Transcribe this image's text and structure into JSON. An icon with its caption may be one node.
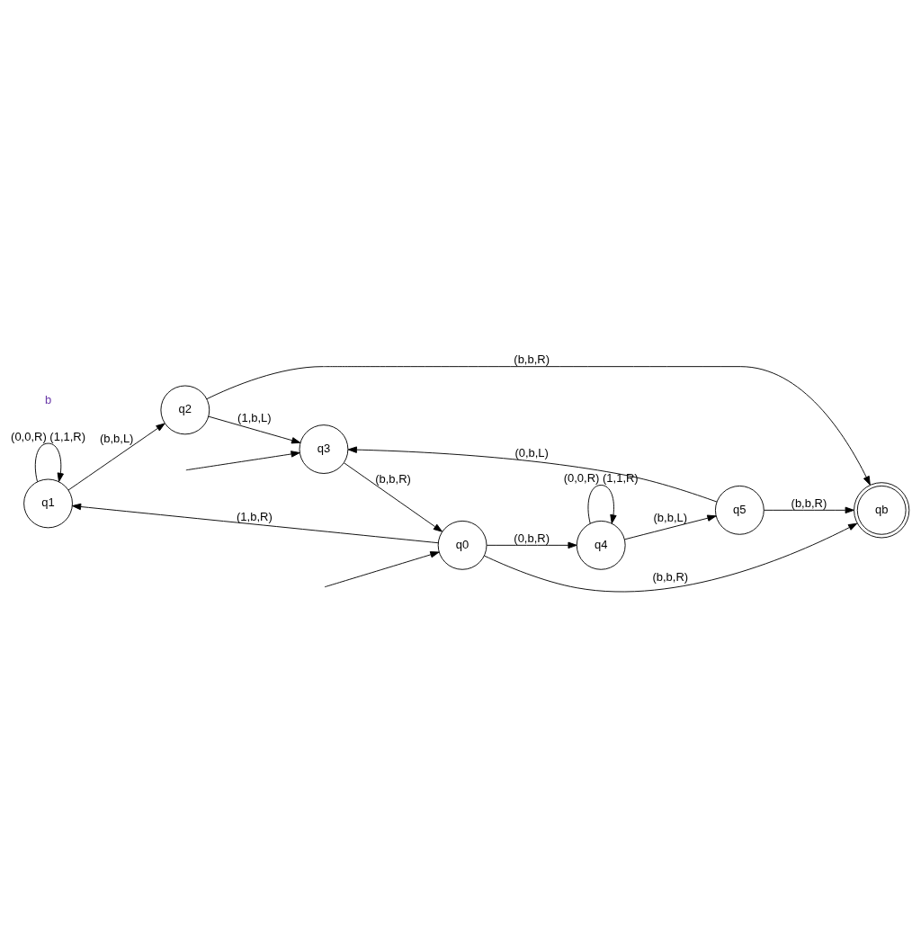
{
  "diagram": {
    "nodes": [
      {
        "text": [
          "q1"
        ]
      },
      {
        "text": [
          "q2"
        ]
      },
      {
        "text": [
          "q0"
        ]
      },
      {
        "text": [
          "qb"
        ]
      },
      {
        "text": [
          "q3"
        ]
      },
      {
        "text": [
          "q4"
        ]
      },
      {
        "text": [
          "q5"
        ]
      }
    ],
    "edges": [
      {
        "from": null,
        "to": 2,
        "arrow": "to"
      },
      {
        "from": 2,
        "to": 0,
        "arrow": "to",
        "label": "(1,b,R)"
      },
      {
        "from": 2,
        "to": 3,
        "arrow": "to",
        "label": "(b,b,R)"
      },
      {
        "from": 2,
        "to": 5,
        "arrow": "to",
        "label": "(0,b,R)"
      },
      {
        "from": 0,
        "to": 0,
        "arrow": "to",
        "label": "(0,0,R) (1,1,R)"
      },
      {
        "from": 0,
        "to": 1,
        "arrow": "to",
        "label": "(b,b,L)"
      },
      {
        "from": 1,
        "to": 3,
        "arrow": "to",
        "label": "(b,b,R)"
      },
      {
        "from": 1,
        "to": 4,
        "arrow": "to",
        "label": "(1,b,L)"
      },
      {
        "from": 4,
        "to": 2,
        "arrow": "to",
        "label": "(b,b,R)"
      },
      {
        "from": 5,
        "to": 5,
        "arrow": "to",
        "label": "(0,0,R) (1,1,R)"
      },
      {
        "from": 5,
        "to": 6,
        "arrow": "to",
        "label": "(b,b,L)"
      },
      {
        "from": 6,
        "to": 3,
        "arrow": "to",
        "label": "(b,b,R)"
      },
      {
        "from": 6,
        "to": 4,
        "arrow": "to",
        "label": "(0,b,L)"
      },
      {
        "from": null,
        "to": 4,
        "arrow": "to"
      }
    ],
    "labels": [
      "b"
    ]
  }
}
